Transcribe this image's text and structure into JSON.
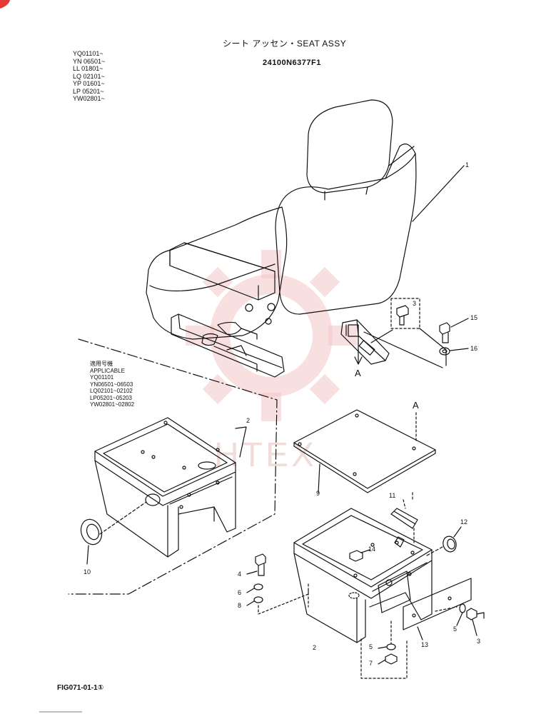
{
  "header": {
    "title": "シート アッセン・SEAT ASSY",
    "part_number": "24100N6377F1"
  },
  "serials": [
    "YQ01101~",
    "YN 06501~",
    "LL 01801~",
    "LQ 02101~",
    "YP 01601~",
    "LP 05201~",
    "YW02801~"
  ],
  "applicable": {
    "jp_label": "適用号機",
    "label": "APPLICABLE",
    "ranges": [
      "YQ01101",
      "YN06501~06503",
      "LQ02101~02102",
      "LP05201~05203",
      "YW02801~02802"
    ]
  },
  "view_labels": {
    "a_top": "A",
    "a_plate": "A"
  },
  "callouts": [
    {
      "id": "c1",
      "text": "1"
    },
    {
      "id": "c2a",
      "text": "2"
    },
    {
      "id": "c2b",
      "text": "2"
    },
    {
      "id": "c3a",
      "text": "3"
    },
    {
      "id": "c3b",
      "text": "3"
    },
    {
      "id": "c4",
      "text": "4"
    },
    {
      "id": "c5a",
      "text": "5"
    },
    {
      "id": "c5b",
      "text": "5"
    },
    {
      "id": "c6",
      "text": "6"
    },
    {
      "id": "c7",
      "text": "7"
    },
    {
      "id": "c8",
      "text": "8"
    },
    {
      "id": "c9",
      "text": "9"
    },
    {
      "id": "c10",
      "text": "10"
    },
    {
      "id": "c11",
      "text": "11"
    },
    {
      "id": "c12",
      "text": "12"
    },
    {
      "id": "c13",
      "text": "13"
    },
    {
      "id": "c14",
      "text": "14"
    },
    {
      "id": "c15",
      "text": "15"
    },
    {
      "id": "c16",
      "text": "16"
    }
  ],
  "figure_id": "FIG071-01-1①",
  "watermark": {
    "text": "HTEX",
    "color": "#e8c6c6"
  },
  "colors": {
    "ink": "#111111",
    "logo_red": "#e53935"
  }
}
